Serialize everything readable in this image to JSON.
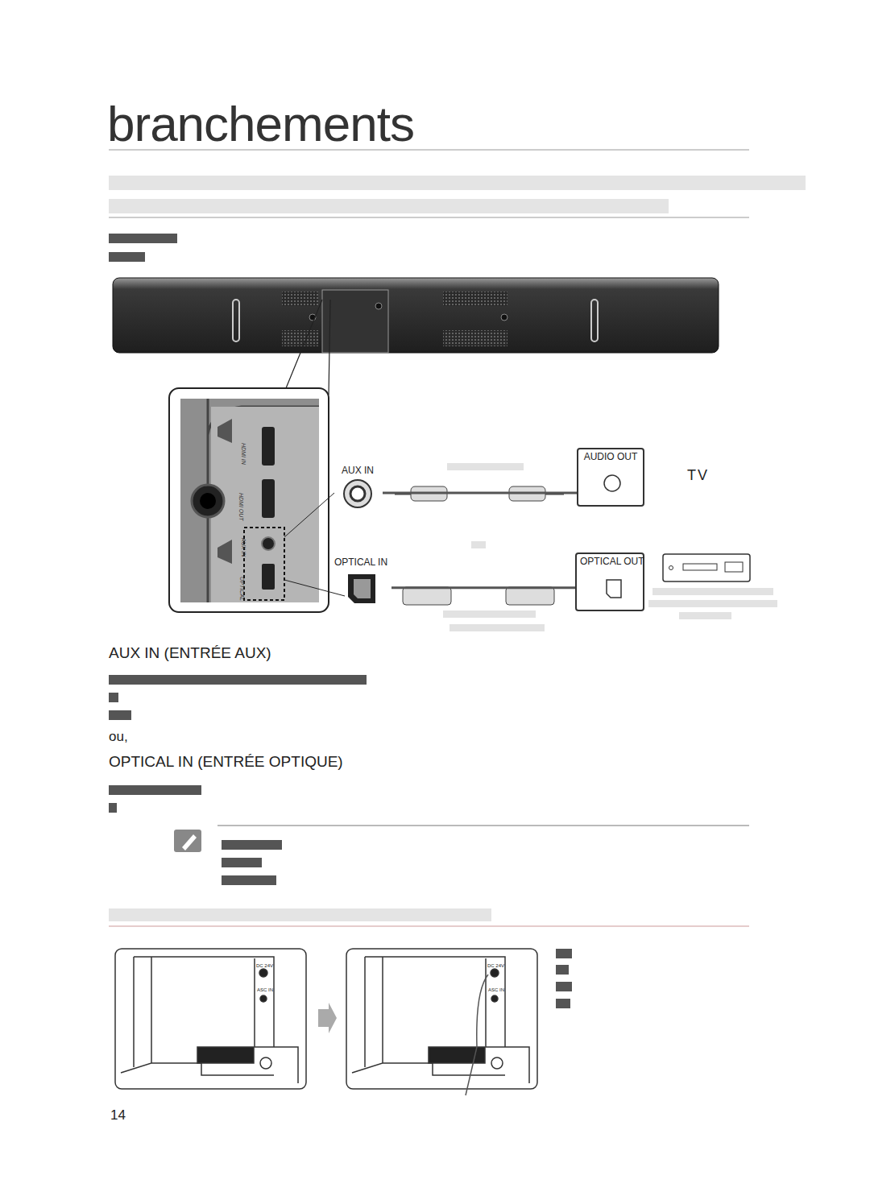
{
  "diagram": {
    "title": "branchements",
    "nodes": [
      {
        "text": [
          "AUX IN"
        ]
      },
      {
        "text": [
          "OPTICAL IN"
        ]
      },
      {
        "text": [
          "AUDIO OUT"
        ]
      },
      {
        "text": [
          "OPTICAL OUT"
        ]
      }
    ],
    "edges": [
      {
        "from": 0,
        "to": 2,
        "arrow": "none"
      },
      {
        "from": 1,
        "to": 3,
        "arrow": "none"
      }
    ],
    "labels": [
      "AUX IN (ENTRÉE AUX)",
      "ou,",
      "OPTICAL IN (ENTRÉE OPTIQUE)",
      "TV",
      "HDMI IN",
      "HDMI OUT",
      "AUX IN",
      "OPTICAL",
      "DC 24V",
      "ASC IN",
      "DC 24V",
      "ASC IN",
      "14"
    ]
  }
}
